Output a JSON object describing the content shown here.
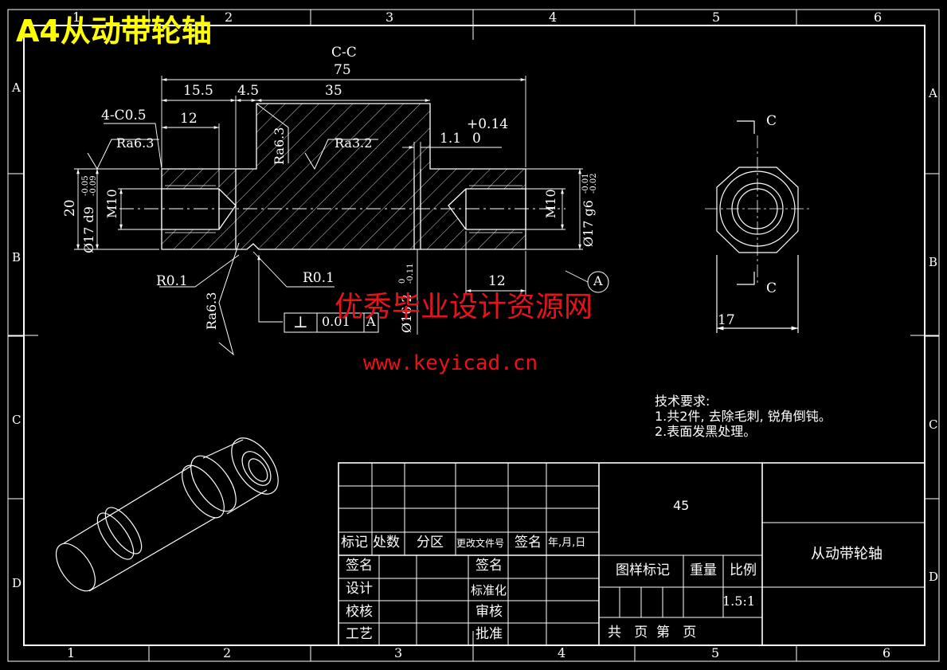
{
  "colors": {
    "background": "#000000",
    "line": "#ffffff",
    "title": "#ffff00",
    "watermark": "#e8121a",
    "center": "#ffffff"
  },
  "title": "A4从动带轮轴",
  "border": {
    "columns_top": [
      "1",
      "2",
      "3",
      "4",
      "5",
      "6"
    ],
    "columns_bottom": [
      "1",
      "2",
      "3",
      "4",
      "5",
      "6"
    ],
    "rows_left": [
      "A",
      "B",
      "C",
      "D"
    ],
    "rows_right": [
      "A",
      "B",
      "C",
      "D"
    ]
  },
  "section_label": "C-C",
  "dims": {
    "overall": "75",
    "d1": "15.5",
    "d2": "4.5",
    "d3": "35",
    "d4": "12",
    "d5": "12",
    "chamfer": "4-C0.5",
    "groove_width": "1.1",
    "tol_plus": "+0.14",
    "tol_zero": "0",
    "height20": "20",
    "dia_left": "Ø17 d9",
    "dia_left_tol_up": "-0.05",
    "dia_left_tol_dn": "-0.09",
    "dia_right": "Ø17 g6",
    "dia_right_tol_up": "-0.01",
    "dia_right_tol_dn": "-0.02",
    "groove_dia": "Ø16.2",
    "groove_tol_up": "0",
    "groove_tol_dn": "-0.11",
    "thread_left": "M10",
    "thread_right": "M10",
    "r1": "R0.1",
    "r2": "R0.1",
    "width17": "17"
  },
  "roughness": {
    "r1": "Ra6.3",
    "r2": "Ra6.3",
    "r3": "Ra3.2",
    "r4": "Ra6.3"
  },
  "tolerance_frame": {
    "symbol": "⊥",
    "value": "0.01",
    "datum": "A"
  },
  "datum_bubble": "A",
  "section_marks": {
    "top": "C",
    "bottom": "C"
  },
  "watermark": {
    "line1": "优秀毕业设计资源网",
    "line2": "www.keyicad.cn"
  },
  "notes": {
    "heading": "技术要求:",
    "items": [
      "1.共2件, 去除毛刺, 锐角倒钝。",
      "2.表面发黑处理。"
    ]
  },
  "title_block": {
    "material": "45",
    "part_name": "从动带轮轴",
    "header": [
      "标记",
      "处数",
      "分区",
      "更改文件号",
      "签名",
      "年,月,日"
    ],
    "left_rows": [
      "签名",
      "设计",
      "校核",
      "工艺"
    ],
    "mid_rows": [
      "签名",
      "标准化",
      "审核",
      "批准"
    ],
    "scale_headers": [
      "图样标记",
      "重量",
      "比例"
    ],
    "scale": "1.5:1",
    "sheet": "共   页  第   页"
  }
}
